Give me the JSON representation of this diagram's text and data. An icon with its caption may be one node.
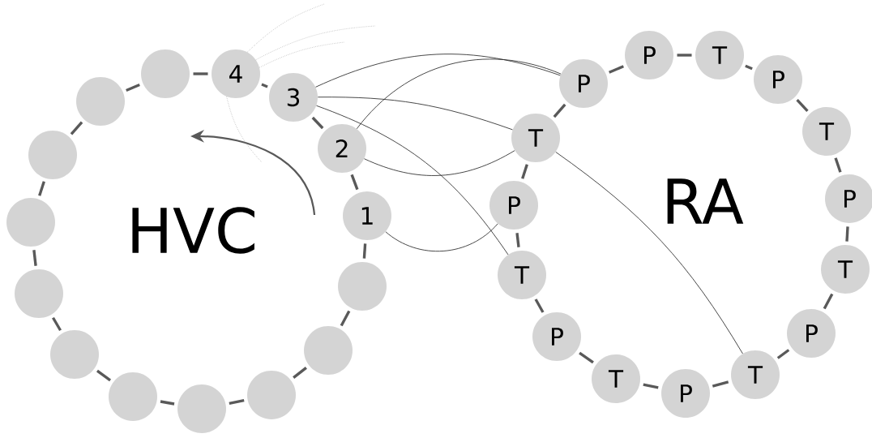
{
  "diagram": {
    "nodes": [
      {
        "text": [],
        "shape": "circle"
      },
      {
        "text": [
          "4"
        ]
      },
      {
        "text": [
          "3"
        ]
      },
      {
        "text": [
          "2"
        ]
      },
      {
        "text": [
          "1"
        ]
      },
      {
        "text": [],
        "shape": "circle"
      },
      {
        "text": [],
        "shape": "circle"
      },
      {
        "text": [],
        "shape": "circle"
      },
      {
        "text": [],
        "shape": "circle"
      },
      {
        "text": [],
        "shape": "circle"
      },
      {
        "text": [],
        "shape": "circle"
      },
      {
        "text": [],
        "shape": "circle"
      },
      {
        "text": [],
        "shape": "circle"
      },
      {
        "text": [],
        "shape": "circle"
      },
      {
        "text": [],
        "shape": "circle"
      },
      {
        "text": [
          "P"
        ]
      },
      {
        "text": [
          "P"
        ]
      },
      {
        "text": [
          "T"
        ]
      },
      {
        "text": [
          "P"
        ]
      },
      {
        "text": [
          "T"
        ]
      },
      {
        "text": [
          "P"
        ]
      },
      {
        "text": [
          "T"
        ]
      },
      {
        "text": [
          "P"
        ]
      },
      {
        "text": [
          "T"
        ]
      },
      {
        "text": [
          "P"
        ]
      },
      {
        "text": [
          "T"
        ]
      },
      {
        "text": [
          "P"
        ]
      },
      {
        "text": [
          "T"
        ]
      },
      {
        "text": [
          "P"
        ]
      },
      {
        "text": [
          "T"
        ]
      }
    ],
    "edges": [
      {
        "from": 2,
        "to": 15,
        "arrow": "none"
      },
      {
        "from": 3,
        "to": 15,
        "arrow": "none"
      },
      {
        "from": 2,
        "to": 29,
        "arrow": "none"
      },
      {
        "from": 3,
        "to": 29,
        "arrow": "none"
      },
      {
        "from": 4,
        "to": 28,
        "arrow": "none"
      },
      {
        "from": 2,
        "to": 27,
        "arrow": "none"
      },
      {
        "from": 29,
        "to": 23,
        "arrow": "none"
      },
      {
        "from": 0,
        "to": 1,
        "arrow": "none"
      },
      {
        "from": 1,
        "to": 2,
        "arrow": "none"
      },
      {
        "from": 2,
        "to": 3,
        "arrow": "none"
      },
      {
        "from": 3,
        "to": 4,
        "arrow": "none"
      },
      {
        "from": 4,
        "to": 5,
        "arrow": "none"
      },
      {
        "from": 5,
        "to": 6,
        "arrow": "none"
      },
      {
        "from": 6,
        "to": 7,
        "arrow": "none"
      },
      {
        "from": 7,
        "to": 8,
        "arrow": "none"
      },
      {
        "from": 8,
        "to": 9,
        "arrow": "none"
      },
      {
        "from": 9,
        "to": 10,
        "arrow": "none"
      },
      {
        "from": 10,
        "to": 11,
        "arrow": "none"
      },
      {
        "from": 11,
        "to": 12,
        "arrow": "none"
      },
      {
        "from": 12,
        "to": 13,
        "arrow": "none"
      },
      {
        "from": 13,
        "to": 14,
        "arrow": "none"
      },
      {
        "from": 14,
        "to": 0,
        "arrow": "none"
      },
      {
        "from": 15,
        "to": 16,
        "arrow": "none"
      },
      {
        "from": 16,
        "to": 17,
        "arrow": "none"
      },
      {
        "from": 17,
        "to": 18,
        "arrow": "none"
      },
      {
        "from": 18,
        "to": 19,
        "arrow": "none"
      },
      {
        "from": 19,
        "to": 20,
        "arrow": "none"
      },
      {
        "from": 20,
        "to": 21,
        "arrow": "none"
      },
      {
        "from": 21,
        "to": 22,
        "arrow": "none"
      },
      {
        "from": 22,
        "to": 23,
        "arrow": "none"
      },
      {
        "from": 23,
        "to": 24,
        "arrow": "none"
      },
      {
        "from": 24,
        "to": 25,
        "arrow": "none"
      },
      {
        "from": 25,
        "to": 26,
        "arrow": "none"
      },
      {
        "from": 26,
        "to": 27,
        "arrow": "none"
      },
      {
        "from": 27,
        "to": 28,
        "arrow": "none"
      },
      {
        "from": 28,
        "to": 29,
        "arrow": "none"
      },
      {
        "from": 29,
        "to": 15,
        "arrow": "none"
      },
      {
        "from": 1,
        "to": null,
        "arrow": "none",
        "style": "dashed",
        "color": "#999999"
      },
      {
        "from": 1,
        "to": null,
        "arrow": "none",
        "style": "dashed",
        "color": "#999999"
      },
      {
        "from": 1,
        "to": null,
        "arrow": "none",
        "style": "dashed",
        "color": "#999999"
      },
      {
        "from": 1,
        "to": null,
        "arrow": "none",
        "style": "dashed",
        "color": "#999999"
      }
    ],
    "labels": [
      "HVC",
      "RA"
    ]
  }
}
